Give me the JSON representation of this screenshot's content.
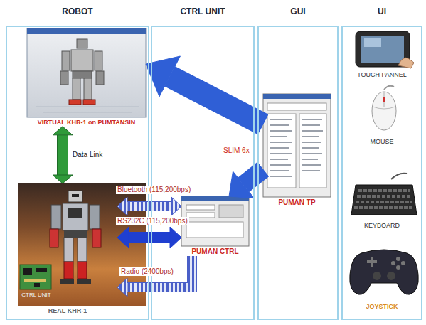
{
  "diagram": {
    "nodes": [
      {
        "text": [
          "ROBOT"
        ]
      },
      {
        "text": [
          "VIRTUAL KHR-1 on PUMTANSIN"
        ],
        "in": 0
      },
      {
        "text": [
          "REAL KHR-1"
        ],
        "in": 0
      },
      {
        "text": [
          "CTRL UNIT"
        ],
        "in": 2
      },
      {
        "text": [
          "CTRL UNIT"
        ]
      },
      {
        "text": [
          "PUMAN CTRL"
        ],
        "in": 4
      },
      {
        "text": [
          "GUI"
        ]
      },
      {
        "text": [
          "PUMAN TP"
        ],
        "in": 6
      },
      {
        "text": [
          "UI"
        ]
      },
      {
        "text": [
          "TOUCH PANNEL"
        ],
        "in": 8
      },
      {
        "text": [
          "MOUSE"
        ],
        "in": 8
      },
      {
        "text": [
          "KEYBOARD"
        ],
        "in": 8
      },
      {
        "text": [
          "JOYSTICK"
        ],
        "in": 8
      }
    ],
    "edges": [
      {
        "from": 1,
        "to": 2,
        "arrow": "both",
        "label": "Data Link"
      },
      {
        "from": 7,
        "to": 1,
        "arrow": "to"
      },
      {
        "from": 7,
        "to": 5,
        "arrow": "to",
        "label": "SLIM 6x"
      },
      {
        "from": 2,
        "to": 5,
        "arrow": "both",
        "label": "Bluetooth (115,200bps)"
      },
      {
        "from": 2,
        "to": 5,
        "arrow": "both",
        "label": "RS232C (115,200bps)"
      },
      {
        "from": 5,
        "to": 2,
        "arrow": "to",
        "label": "Radio (2400bps)"
      }
    ]
  }
}
